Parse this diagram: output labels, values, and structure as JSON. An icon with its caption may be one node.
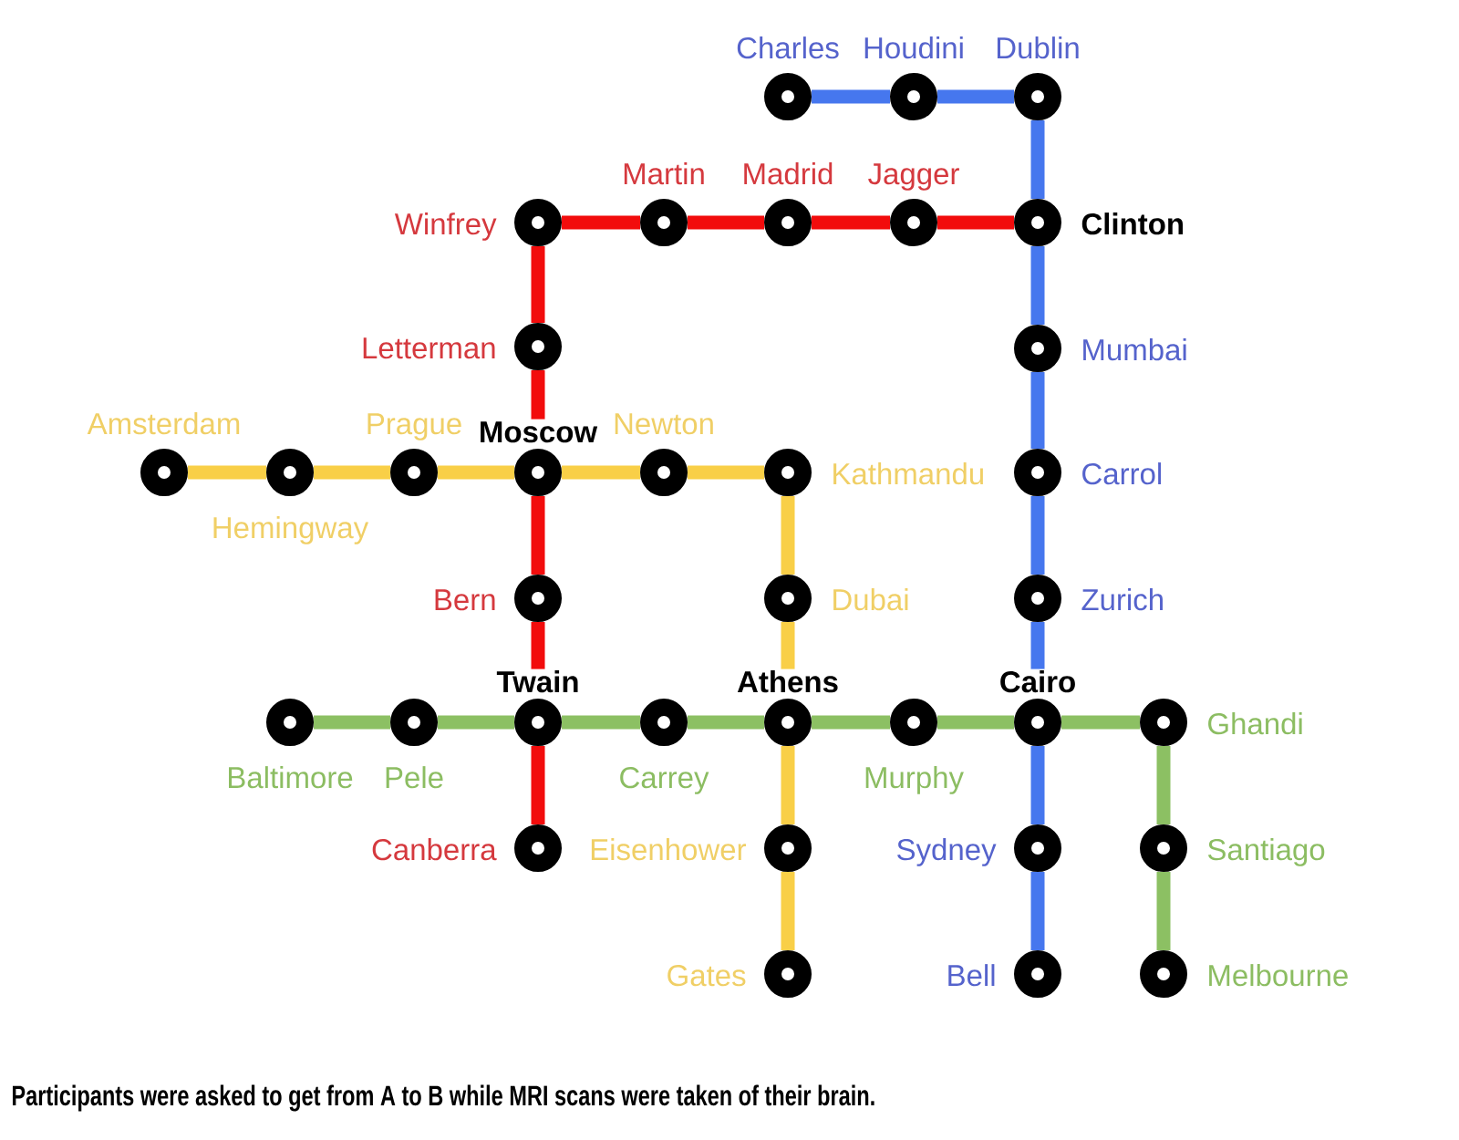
{
  "diagram": {
    "caption": "Participants were asked to get from A to B while MRI scans were taken of their brain.",
    "nodes": [
      {
        "text": [
          "Charles"
        ]
      },
      {
        "text": [
          "Houdini"
        ]
      },
      {
        "text": [
          "Dublin"
        ]
      },
      {
        "text": [
          "Winfrey"
        ]
      },
      {
        "text": [
          "Martin"
        ]
      },
      {
        "text": [
          "Madrid"
        ]
      },
      {
        "text": [
          "Jagger"
        ]
      },
      {
        "text": [
          "Clinton"
        ]
      },
      {
        "text": [
          "Letterman"
        ]
      },
      {
        "text": [
          "Mumbai"
        ]
      },
      {
        "text": [
          "Amsterdam"
        ]
      },
      {
        "text": [
          "Hemingway"
        ]
      },
      {
        "text": [
          "Prague"
        ]
      },
      {
        "text": [
          "Moscow"
        ]
      },
      {
        "text": [
          "Newton"
        ]
      },
      {
        "text": [
          "Kathmandu"
        ]
      },
      {
        "text": [
          "Carrol"
        ]
      },
      {
        "text": [
          "Bern"
        ]
      },
      {
        "text": [
          "Dubai"
        ]
      },
      {
        "text": [
          "Zurich"
        ]
      },
      {
        "text": [
          "Baltimore"
        ]
      },
      {
        "text": [
          "Pele"
        ]
      },
      {
        "text": [
          "Twain"
        ]
      },
      {
        "text": [
          "Carrey"
        ]
      },
      {
        "text": [
          "Athens"
        ]
      },
      {
        "text": [
          "Murphy"
        ]
      },
      {
        "text": [
          "Cairo"
        ]
      },
      {
        "text": [
          "Ghandi"
        ]
      },
      {
        "text": [
          "Canberra"
        ]
      },
      {
        "text": [
          "Eisenhower"
        ]
      },
      {
        "text": [
          "Sydney"
        ]
      },
      {
        "text": [
          "Santiago"
        ]
      },
      {
        "text": [
          "Gates"
        ]
      },
      {
        "text": [
          "Bell"
        ]
      },
      {
        "text": [
          "Melbourne"
        ]
      }
    ],
    "edges": [
      {
        "from": 0,
        "to": 1,
        "arrow": "none",
        "color": "#4677ee"
      },
      {
        "from": 1,
        "to": 2,
        "arrow": "none",
        "color": "#4677ee"
      },
      {
        "from": 2,
        "to": 7,
        "arrow": "none",
        "color": "#4677ee"
      },
      {
        "from": 7,
        "to": 9,
        "arrow": "none",
        "color": "#4677ee"
      },
      {
        "from": 9,
        "to": 16,
        "arrow": "none",
        "color": "#4677ee"
      },
      {
        "from": 16,
        "to": 19,
        "arrow": "none",
        "color": "#4677ee"
      },
      {
        "from": 19,
        "to": 26,
        "arrow": "none",
        "color": "#4677ee"
      },
      {
        "from": 26,
        "to": 30,
        "arrow": "none",
        "color": "#4677ee"
      },
      {
        "from": 30,
        "to": 33,
        "arrow": "none",
        "color": "#4677ee"
      },
      {
        "from": 3,
        "to": 4,
        "arrow": "none",
        "color": "#f20c0c"
      },
      {
        "from": 4,
        "to": 5,
        "arrow": "none",
        "color": "#f20c0c"
      },
      {
        "from": 5,
        "to": 6,
        "arrow": "none",
        "color": "#f20c0c"
      },
      {
        "from": 6,
        "to": 7,
        "arrow": "none",
        "color": "#f20c0c"
      },
      {
        "from": 3,
        "to": 8,
        "arrow": "none",
        "color": "#f20c0c"
      },
      {
        "from": 8,
        "to": 13,
        "arrow": "none",
        "color": "#f20c0c"
      },
      {
        "from": 13,
        "to": 17,
        "arrow": "none",
        "color": "#f20c0c"
      },
      {
        "from": 17,
        "to": 22,
        "arrow": "none",
        "color": "#f20c0c"
      },
      {
        "from": 22,
        "to": 28,
        "arrow": "none",
        "color": "#f20c0c"
      },
      {
        "from": 10,
        "to": 11,
        "arrow": "none",
        "color": "#f9cf47"
      },
      {
        "from": 11,
        "to": 12,
        "arrow": "none",
        "color": "#f9cf47"
      },
      {
        "from": 12,
        "to": 13,
        "arrow": "none",
        "color": "#f9cf47"
      },
      {
        "from": 13,
        "to": 14,
        "arrow": "none",
        "color": "#f9cf47"
      },
      {
        "from": 14,
        "to": 15,
        "arrow": "none",
        "color": "#f9cf47"
      },
      {
        "from": 15,
        "to": 18,
        "arrow": "none",
        "color": "#f9cf47"
      },
      {
        "from": 18,
        "to": 24,
        "arrow": "none",
        "color": "#f9cf47"
      },
      {
        "from": 24,
        "to": 29,
        "arrow": "none",
        "color": "#f9cf47"
      },
      {
        "from": 29,
        "to": 32,
        "arrow": "none",
        "color": "#f9cf47"
      },
      {
        "from": 20,
        "to": 21,
        "arrow": "none",
        "color": "#8cc063"
      },
      {
        "from": 21,
        "to": 22,
        "arrow": "none",
        "color": "#8cc063"
      },
      {
        "from": 22,
        "to": 23,
        "arrow": "none",
        "color": "#8cc063"
      },
      {
        "from": 23,
        "to": 24,
        "arrow": "none",
        "color": "#8cc063"
      },
      {
        "from": 24,
        "to": 25,
        "arrow": "none",
        "color": "#8cc063"
      },
      {
        "from": 25,
        "to": 26,
        "arrow": "none",
        "color": "#8cc063"
      },
      {
        "from": 26,
        "to": 27,
        "arrow": "none",
        "color": "#8cc063"
      },
      {
        "from": 27,
        "to": 31,
        "arrow": "none",
        "color": "#8cc063"
      },
      {
        "from": 31,
        "to": 34,
        "arrow": "none",
        "color": "#8cc063"
      }
    ]
  }
}
